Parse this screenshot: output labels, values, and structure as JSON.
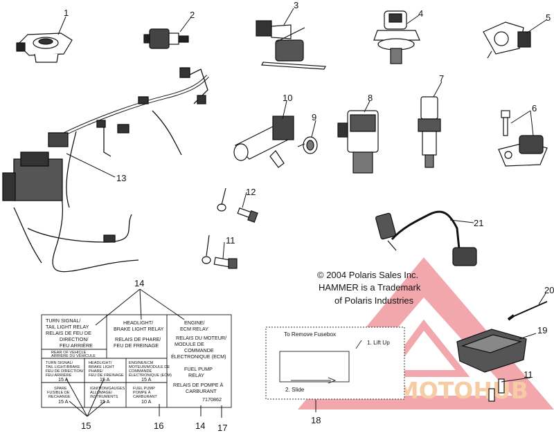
{
  "callouts": [
    "1",
    "2",
    "3",
    "4",
    "5",
    "6",
    "7",
    "8",
    "9",
    "10",
    "11",
    "12",
    "13",
    "14",
    "15",
    "16",
    "17",
    "18",
    "19",
    "20",
    "21"
  ],
  "copyright": {
    "line1": "© 2004 Polaris Sales Inc.",
    "line2": "HAMMER is a Trademark",
    "line3": "of Polaris Industries"
  },
  "watermark": {
    "text": "AUTOMOTOHUB"
  },
  "fusebox_label": {
    "remove": "To Remove Fusebox",
    "step1": "1. Lift Up",
    "step2": "2. Slide"
  },
  "relay_decal": {
    "turn_signal": [
      "TURN SIGNAL/",
      "TAIL LIGHT RELAY",
      "RELAIS DE FEU DE",
      "DIRECTION/",
      "FEU ARRIÈRE"
    ],
    "rear": [
      "REAR OF VEHICLE",
      "ARRIÈRE DU VÉHICULE"
    ],
    "headlight": [
      "HEADLIGHT/",
      "BRAKE LIGHT RELAY",
      "RELAIS DE PHARE/",
      "FEU DE FREINAGE"
    ],
    "engine": [
      "ENGINE/",
      "ECM RELAY",
      "RELAIS DU MOTEUR/",
      "MODULE DE",
      "COMMANDE",
      "ÉLECTRONIQUE (ECM)"
    ],
    "fuel_pump": [
      "FUEL PUMP",
      "RELAY",
      "RELAIS DE POMPE À",
      "CARBURANT"
    ],
    "part_number": "7170862",
    "fuses": [
      [
        "TURN SIGNAL/",
        "TAIL LIGHT/BRAKE",
        "FEU DE DIRECTION/",
        "FEU ARRIÈRE",
        "15 A"
      ],
      [
        "HEADLIGHT/",
        "BRAKE LIGHT",
        "PHARE/",
        "FEU DE FREINAGE",
        "15 A"
      ],
      [
        "ENGINE/ECM",
        "MOTEUR/MODULE DE",
        "COMMANDE",
        "ÉLECTRONIQUE (ECM)",
        "15 A"
      ],
      [
        "SPARE",
        "FUSIBLE DE",
        "RECHANGE",
        "15 A"
      ],
      [
        "IGNITION/GAUGES",
        "ALLUMAGE/",
        "INSTRUMENTS",
        "15 A"
      ],
      [
        "FUEL PUMP",
        "POMPE À",
        "CARBURANT",
        "10 A"
      ]
    ]
  }
}
